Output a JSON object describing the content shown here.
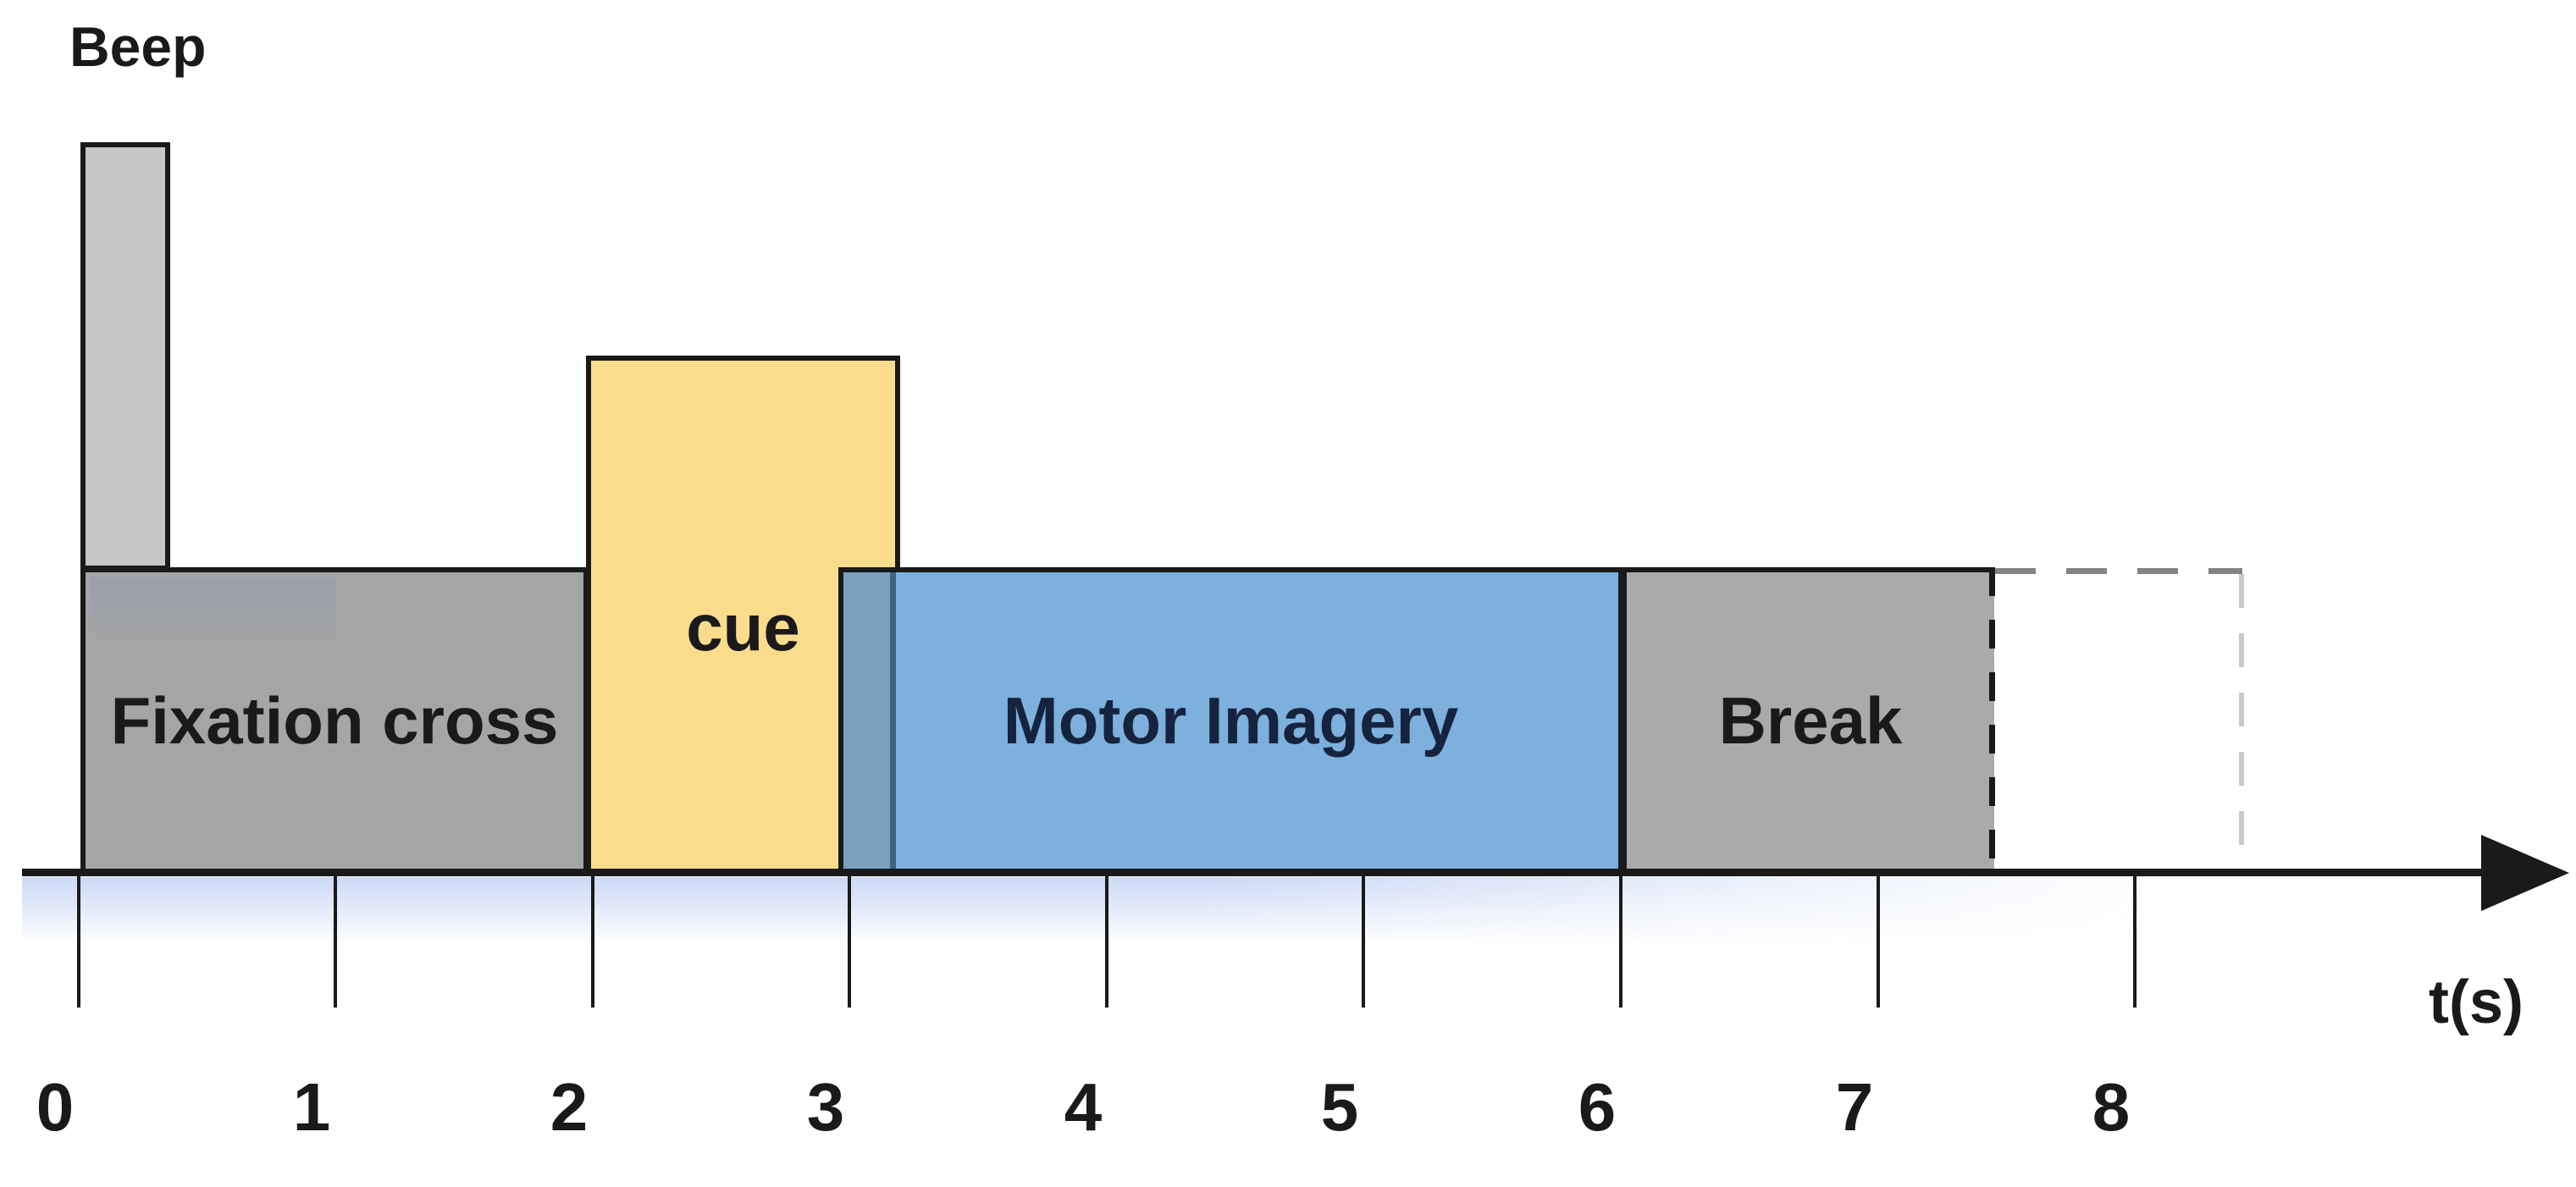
{
  "beep": {
    "label": "Beep"
  },
  "segments": [
    {
      "id": "fixation",
      "label": "Fixation cross",
      "t_start": 0,
      "t_end": 2
    },
    {
      "id": "cue",
      "label": "cue",
      "t_start": 2,
      "t_end": 3.2
    },
    {
      "id": "motor_imagery",
      "label": "Motor Imagery",
      "t_start": 3,
      "t_end": 6
    },
    {
      "id": "break",
      "label": "Break",
      "t_start": 6,
      "t_end": 7.5
    },
    {
      "id": "next_trial_dashed",
      "label": "",
      "t_start": 7.5,
      "t_end": 8.5
    }
  ],
  "axis": {
    "label": "t(s)",
    "ticks": [
      "0",
      "1",
      "2",
      "3",
      "4",
      "5",
      "6",
      "7",
      "8"
    ]
  },
  "colors": {
    "ink": "#1a1a1a",
    "beep_fill": "#c6c6c6",
    "fixation_fill": "#a5a5a5",
    "break_fill": "#aaaaaa",
    "cue_fill": "#fbdc8d",
    "mi_fill": "#7db0dc",
    "overlap_fill": "#7aa2c0",
    "overlap_edge": "#3f617f",
    "mi_text": "#16233e",
    "dash_dark": "#848484",
    "dash_light": "#c9c9c9",
    "glow": "#96b4eb80",
    "tint": "#7891b942"
  }
}
